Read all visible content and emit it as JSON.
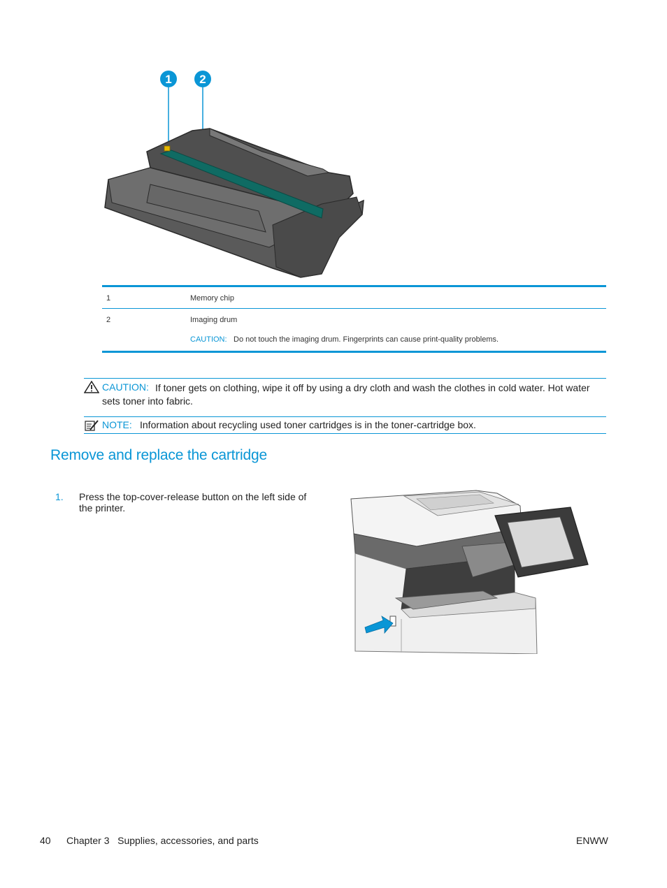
{
  "figure_cartridge": {
    "callout_1": "1",
    "callout_2": "2"
  },
  "legend": {
    "rows": [
      {
        "number": "1",
        "name": "Memory chip"
      },
      {
        "number": "2",
        "name": "Imaging drum"
      }
    ],
    "caution_label": "CAUTION:",
    "caution_text": "Do not touch the imaging drum. Fingerprints can cause print-quality problems."
  },
  "caution": {
    "label": "CAUTION:",
    "text": "If toner gets on clothing, wipe it off by using a dry cloth and wash the clothes in cold water. Hot water sets toner into fabric."
  },
  "note": {
    "label": "NOTE:",
    "text": "Information about recycling used toner cartridges is in the toner-cartridge box."
  },
  "section": {
    "heading": "Remove and replace the cartridge"
  },
  "steps": [
    {
      "number": "1.",
      "text": "Press the top-cover-release button on the left side of the printer."
    }
  ],
  "footer": {
    "page": "40",
    "chapter": "Chapter 3   Supplies, accessories, and parts",
    "code": "ENWW"
  },
  "colors": {
    "accent": "#0a96d6",
    "drum": "#0f6b63",
    "chip": "#e6b800"
  }
}
